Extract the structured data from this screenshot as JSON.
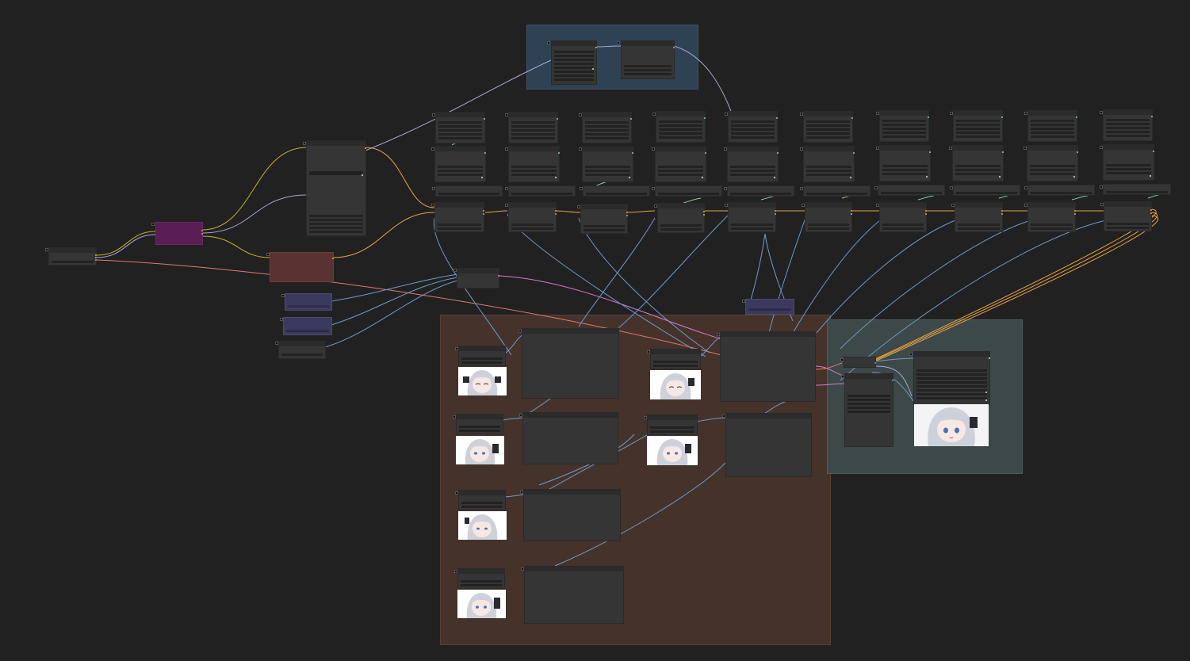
{
  "window": {
    "title": ""
  },
  "colors": {
    "canvas_bg": "#212121",
    "node_bg": "#353535",
    "node_header": "#2b2b2b",
    "node_border": "#2a2a2a",
    "group_blue": "#2e4253",
    "group_brown": "#45322a",
    "group_teal": "#3d4848",
    "node_purple": "#5a1e55",
    "node_red": "#5a3232",
    "node_indigo": "#3b3a5e",
    "wire_orange": "#e8a441",
    "wire_yellow": "#c9b02b",
    "wire_blue": "#6e9ac8",
    "wire_lavender": "#a6a8d8",
    "wire_pink": "#d87ad2",
    "wire_salmon": "#e07a6e",
    "wire_green": "#7fd49a",
    "anime_hair": "#cfd1da",
    "anime_eyes": "#4a6fb5",
    "anime_ribbon": "#2a2a30"
  },
  "groups": [
    {
      "id": "top-blue",
      "title": ""
    },
    {
      "id": "bottom-brown",
      "title": ""
    },
    {
      "id": "right-teal",
      "title": ""
    }
  ],
  "icons": {
    "node_collapse": "node-collapse-dot-icon",
    "preview": "image-preview-icon"
  }
}
